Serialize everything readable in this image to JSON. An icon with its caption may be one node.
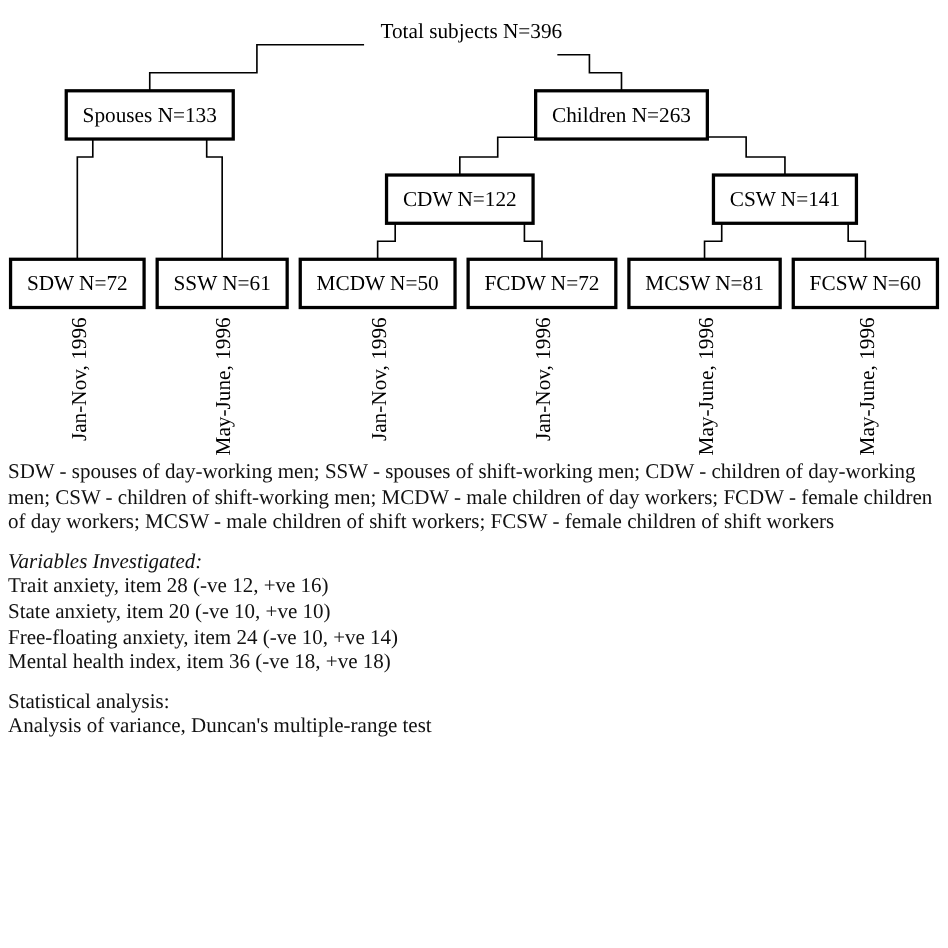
{
  "diagram": {
    "nodes": [
      {
        "text": [
          "Total subjects N=396"
        ]
      },
      {
        "text": [
          "Spouses N=133"
        ]
      },
      {
        "text": [
          "Children N=263"
        ]
      },
      {
        "text": [
          "CDW N=122"
        ]
      },
      {
        "text": [
          "CSW N=141"
        ]
      },
      {
        "text": [
          "SDW N=72"
        ],
        "beside": [
          "Jan-Nov, 1996"
        ]
      },
      {
        "text": [
          "SSW N=61"
        ],
        "beside": [
          "May-June, 1996"
        ]
      },
      {
        "text": [
          "MCDW N=50"
        ],
        "beside": [
          "Jan-Nov, 1996"
        ]
      },
      {
        "text": [
          "FCDW N=72"
        ],
        "beside": [
          "Jan-Nov, 1996"
        ]
      },
      {
        "text": [
          "MCSW N=81"
        ],
        "beside": [
          "May-June, 1996"
        ]
      },
      {
        "text": [
          "FCSW N=60"
        ],
        "beside": [
          "May-June, 1996"
        ]
      }
    ],
    "edges": [
      {
        "from": 0,
        "to": 1,
        "arrow": "none"
      },
      {
        "from": 0,
        "to": 2,
        "arrow": "none"
      },
      {
        "from": 1,
        "to": 5,
        "arrow": "none"
      },
      {
        "from": 1,
        "to": 6,
        "arrow": "none"
      },
      {
        "from": 2,
        "to": 3,
        "arrow": "none"
      },
      {
        "from": 2,
        "to": 4,
        "arrow": "none"
      },
      {
        "from": 3,
        "to": 7,
        "arrow": "none"
      },
      {
        "from": 3,
        "to": 8,
        "arrow": "none"
      },
      {
        "from": 4,
        "to": 9,
        "arrow": "none"
      },
      {
        "from": 4,
        "to": 10,
        "arrow": "none"
      }
    ],
    "labels": [
      "SDW - spouses of day-working men; SSW - spouses of shift-working men; CDW - children of day-working men; CSW - children of shift-working men; MCDW - male children of day workers; FCDW - female children of day workers; MCSW - male children of shift workers; FCSW - female children of shift workers",
      "Variables Investigated:",
      "Trait anxiety, item 28 (-ve 12, +ve 16)",
      "State anxiety, item 20 (-ve 10, +ve 10)",
      "Free-floating anxiety, item 24 (-ve 10, +ve 14)",
      "Mental health index, item 36 (-ve 18, +ve 18)",
      "Statistical analysis:",
      "Analysis of variance, Duncan's multiple-range test"
    ]
  }
}
